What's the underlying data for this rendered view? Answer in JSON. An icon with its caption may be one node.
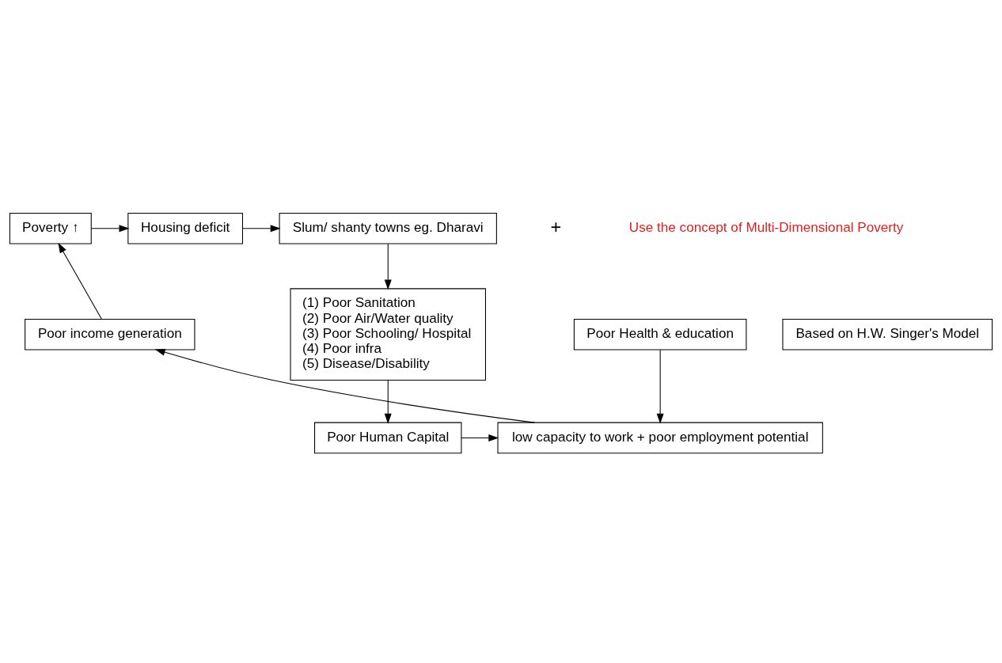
{
  "diagram": {
    "nodes": [
      {
        "text": [
          "Poverty ↑"
        ]
      },
      {
        "text": [
          "Housing deficit"
        ]
      },
      {
        "text": [
          "Slum/ shanty towns eg. Dharavi"
        ]
      },
      {
        "text": [
          "(1) Poor Sanitation",
          "(2) Poor Air/Water quality",
          "(3) Poor Schooling/ Hospital",
          "(4) Poor infra",
          "(5) Disease/Disability"
        ]
      },
      {
        "text": [
          "Poor Human Capital"
        ]
      },
      {
        "text": [
          "Poor Health & education"
        ]
      },
      {
        "text": [
          "low capacity to work + poor employment potential"
        ]
      },
      {
        "text": [
          "Poor income generation"
        ]
      },
      {
        "text": [
          "Based on H.W. Singer's Model"
        ]
      }
    ],
    "edges": [
      {
        "from": 0,
        "to": 1,
        "arrow": "to"
      },
      {
        "from": 1,
        "to": 2,
        "arrow": "to"
      },
      {
        "from": 2,
        "to": 3,
        "arrow": "to"
      },
      {
        "from": 3,
        "to": 4,
        "arrow": "to"
      },
      {
        "from": 4,
        "to": 6,
        "arrow": "to"
      },
      {
        "from": 5,
        "to": 6,
        "arrow": "to"
      },
      {
        "from": 6,
        "to": 7,
        "arrow": "to"
      },
      {
        "from": 7,
        "to": 0,
        "arrow": "to"
      }
    ],
    "labels": [
      "+",
      "Use the concept of Multi-Dimensional Poverty"
    ]
  }
}
